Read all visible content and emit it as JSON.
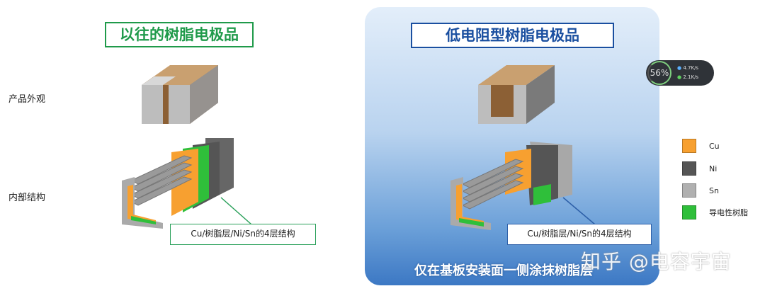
{
  "left": {
    "title": "以往的树脂电极品",
    "callout": "Cu/树脂层/Ni/Sn的4层结构"
  },
  "right": {
    "title": "低电阻型树脂电极品",
    "callout": "Cu/树脂层/Ni/Sn的4层结构",
    "bottom_text": "仅在基板安装面一侧涂抹树脂层"
  },
  "row_labels": {
    "appearance": "产品外观",
    "internal": "内部结构"
  },
  "legend": [
    {
      "label": "Cu",
      "color": "#f7a030"
    },
    {
      "label": "Ni",
      "color": "#555555"
    },
    {
      "label": "Sn",
      "color": "#b0b0b0"
    },
    {
      "label": "导电性树脂",
      "color": "#2fbf3a"
    }
  ],
  "widget": {
    "percent": "56%",
    "up": "4.7K/s",
    "down": "2.1K/s"
  },
  "watermark": "知乎 @电容宇宙",
  "colors": {
    "green_accent": "#1f9a4a",
    "blue_accent": "#1a4fa0",
    "body_brown": "#9a7040"
  }
}
